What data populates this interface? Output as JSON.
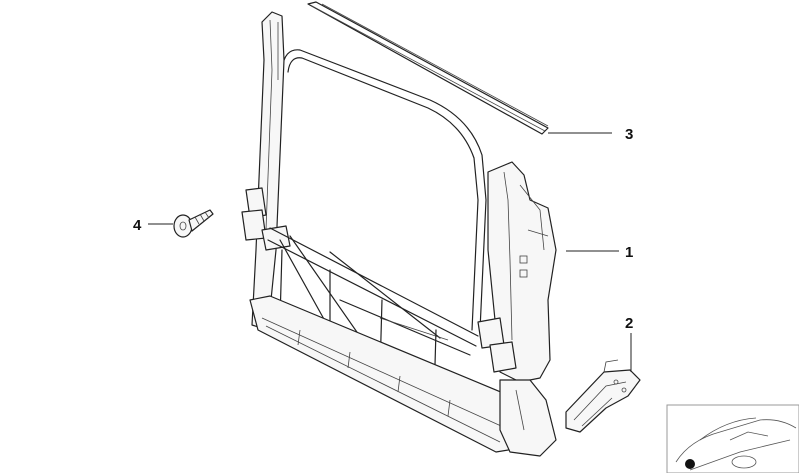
{
  "callouts": {
    "c1": "1",
    "c2": "2",
    "c3": "3",
    "c4": "4"
  },
  "parts": {
    "p1": "radiator-mount-frame",
    "p2": "bracket",
    "p3": "seal-strip",
    "p4": "screw"
  },
  "colors": {
    "line": "#222222",
    "background": "#ffffff",
    "thumbnail_border": "#999999"
  }
}
